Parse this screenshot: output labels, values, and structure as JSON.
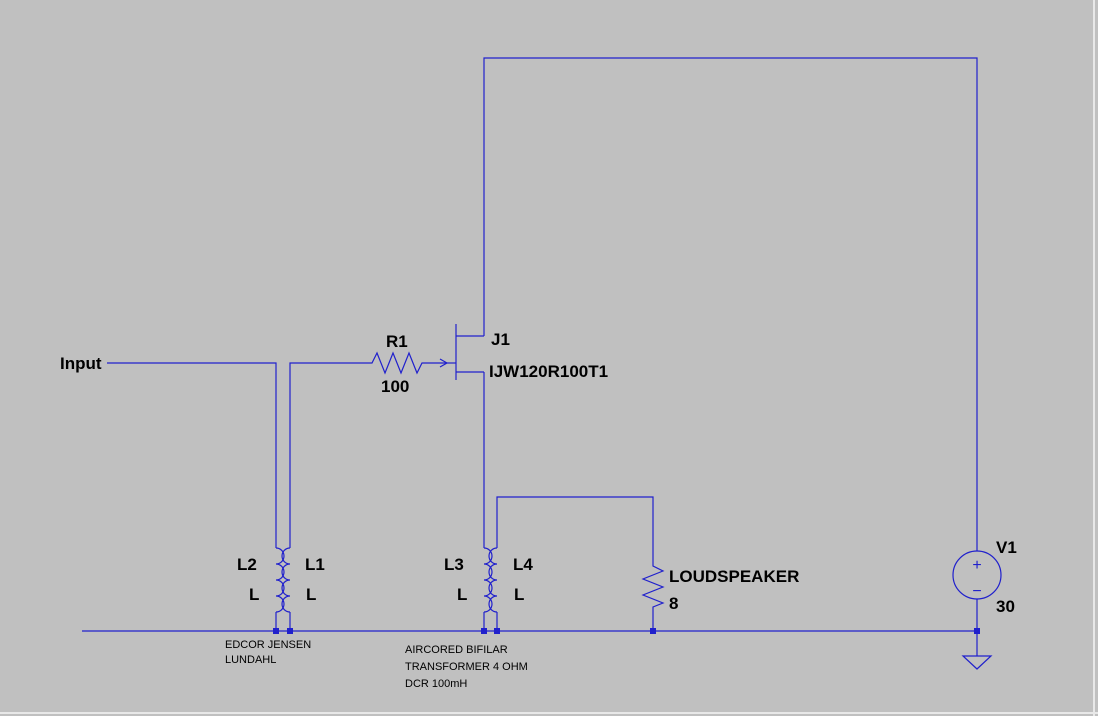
{
  "colors": {
    "background": "#c0c0c0",
    "wire": "#2020cc",
    "text": "#000000"
  },
  "net_labels": {
    "input": "Input"
  },
  "resistor_r1": {
    "name": "R1",
    "value": "100"
  },
  "jfet_j1": {
    "name": "J1",
    "model": "IJW120R100T1"
  },
  "transformer_left": {
    "coil_a_name": "L2",
    "coil_b_name": "L1",
    "coil_a_value": "L",
    "coil_b_value": "L",
    "note_lines": [
      "EDCOR JENSEN",
      "LUNDAHL"
    ]
  },
  "transformer_right": {
    "coil_a_name": "L3",
    "coil_b_name": "L4",
    "coil_a_value": "L",
    "coil_b_value": "L",
    "note_lines": [
      "AIRCORED BIFILAR",
      "TRANSFORMER 4 OHM",
      "DCR 100mH"
    ]
  },
  "loudspeaker": {
    "name": "LOUDSPEAKER",
    "value": "8"
  },
  "source_v1": {
    "name": "V1",
    "value": "30",
    "plus_symbol": "+",
    "minus_symbol": "−"
  },
  "icons": [
    "ground-icon",
    "voltage-source-icon",
    "resistor-icon",
    "inductor-icon",
    "jfet-icon"
  ]
}
